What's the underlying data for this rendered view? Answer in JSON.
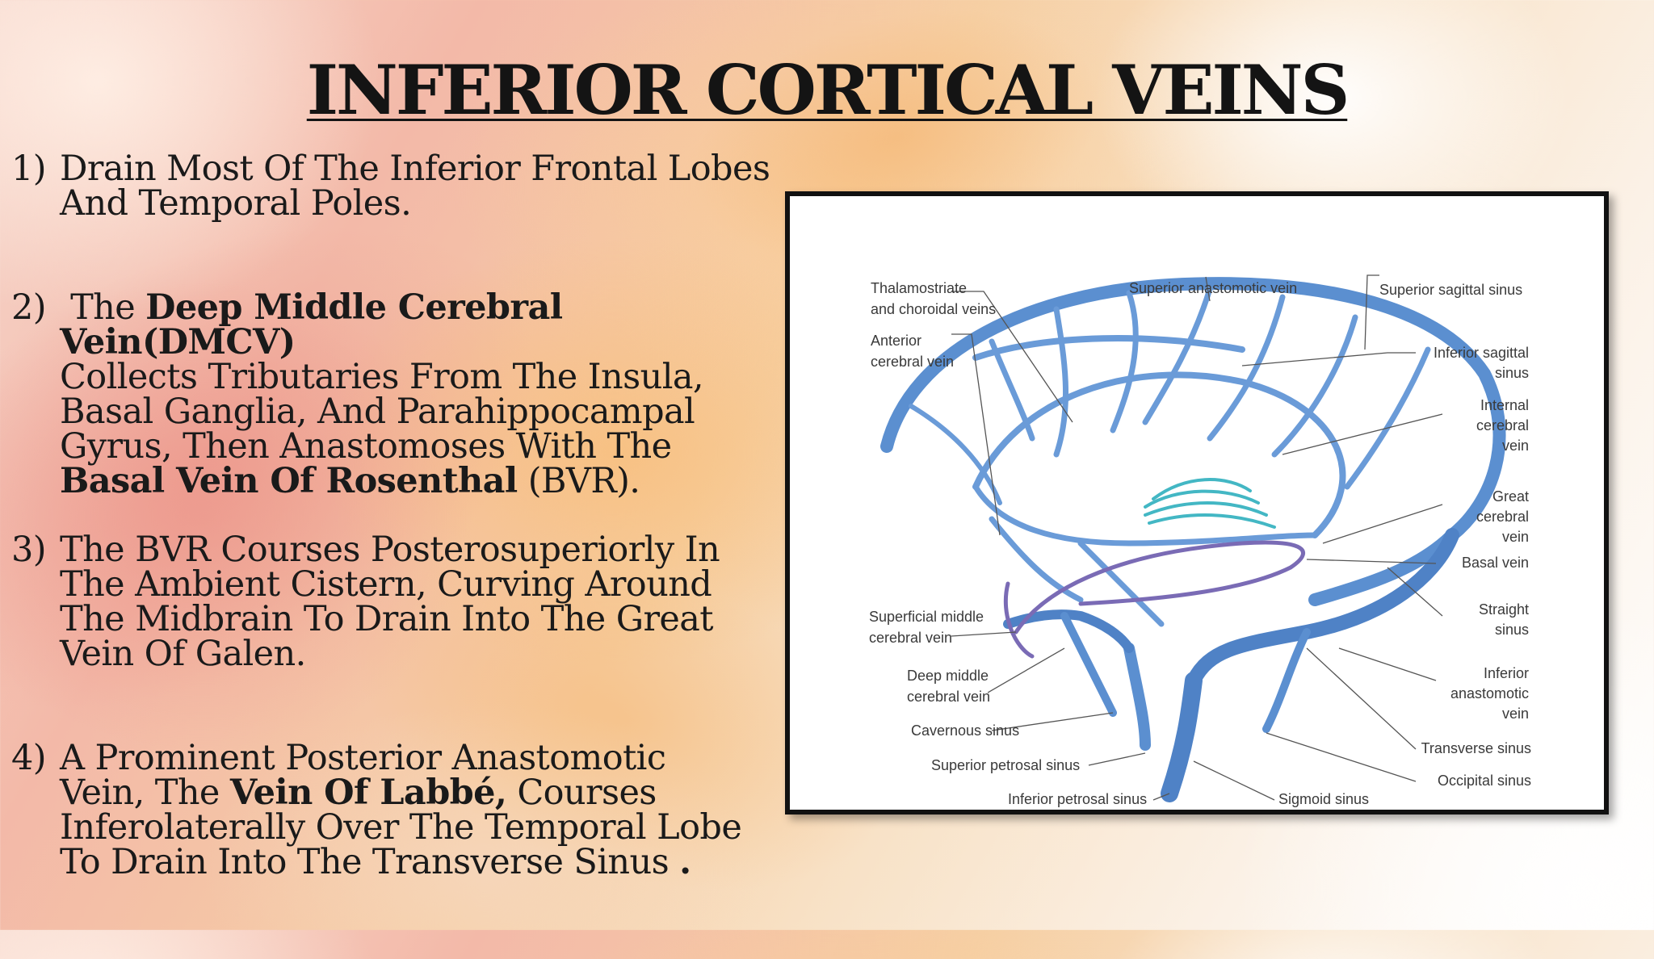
{
  "slide": {
    "title": "INFERIOR CORTICAL VEINS",
    "points": [
      {
        "number": "1)",
        "lines": [
          [
            {
              "text": "Drain Most Of The Inferior Frontal Lobes",
              "bold": false
            }
          ],
          [
            {
              "text": "And Temporal Poles.",
              "bold": false
            }
          ]
        ]
      },
      {
        "number": "2)",
        "lines": [
          [
            {
              "text": " The ",
              "bold": false
            },
            {
              "text": "Deep Middle Cerebral Vein(DMCV)",
              "bold": true
            }
          ],
          [
            {
              "text": "Collects Tributaries From The Insula,",
              "bold": false
            }
          ],
          [
            {
              "text": "Basal Ganglia, And Parahippocampal",
              "bold": false
            }
          ],
          [
            {
              "text": "Gyrus, Then Anastomoses With The",
              "bold": false
            }
          ],
          [
            {
              "text": "Basal Vein Of Rosenthal",
              "bold": true
            },
            {
              "text": " (BVR).",
              "bold": false
            }
          ]
        ]
      },
      {
        "number": "3)",
        "lines": [
          [
            {
              "text": "The BVR Courses Posterosuperiorly In",
              "bold": false
            }
          ],
          [
            {
              "text": "The Ambient Cistern, Curving Around",
              "bold": false
            }
          ],
          [
            {
              "text": "The Midbrain To Drain Into The Great",
              "bold": false
            }
          ],
          [
            {
              "text": "Vein Of Galen.",
              "bold": false
            }
          ]
        ]
      },
      {
        "number": "4)",
        "lines": [
          [
            {
              "text": "A Prominent Posterior Anastomotic",
              "bold": false
            }
          ],
          [
            {
              "text": "Vein, The ",
              "bold": false
            },
            {
              "text": "Vein Of Labbé,",
              "bold": true
            },
            {
              "text": " Courses",
              "bold": false
            }
          ],
          [
            {
              "text": "Inferolaterally Over The Temporal Lobe",
              "bold": false
            }
          ],
          [
            {
              "text": "To Drain Into The Transverse Sinus ",
              "bold": false
            },
            {
              "text": ".",
              "bold": true
            }
          ]
        ]
      }
    ]
  },
  "figure": {
    "labels": {
      "thalamostriate": [
        "Thalamostriate",
        "and choroidal veins"
      ],
      "anterior_cerebral": [
        "Anterior",
        "cerebral vein"
      ],
      "superior_anastomotic": [
        "Superior anastomotic vein"
      ],
      "superior_sagittal": [
        "Superior sagittal sinus"
      ],
      "inferior_sagittal": [
        "Inferior sagittal",
        "sinus"
      ],
      "internal_cerebral": [
        "Internal",
        "cerebral",
        "vein"
      ],
      "great_cerebral": [
        "Great",
        "cerebral",
        "vein"
      ],
      "basal_vein": [
        "Basal vein"
      ],
      "straight_sinus": [
        "Straight",
        "sinus"
      ],
      "superficial_middle": [
        "Superficial middle",
        "cerebral vein"
      ],
      "deep_middle": [
        "Deep middle",
        "cerebral vein"
      ],
      "inferior_anastomotic": [
        "Inferior",
        "anastomotic",
        "vein"
      ],
      "cavernous": [
        "Cavernous sinus"
      ],
      "transverse": [
        "Transverse sinus"
      ],
      "superior_petrosal": [
        "Superior petrosal sinus"
      ],
      "occipital": [
        "Occipital sinus"
      ],
      "inferior_petrosal": [
        "Inferior petrosal sinus"
      ],
      "sigmoid": [
        "Sigmoid sinus"
      ]
    },
    "colors": {
      "vein": "#5b8fd0",
      "vein_dark": "#3f6fb0",
      "choroid": "#43b7c4",
      "basal": "#7a6bb5"
    }
  }
}
